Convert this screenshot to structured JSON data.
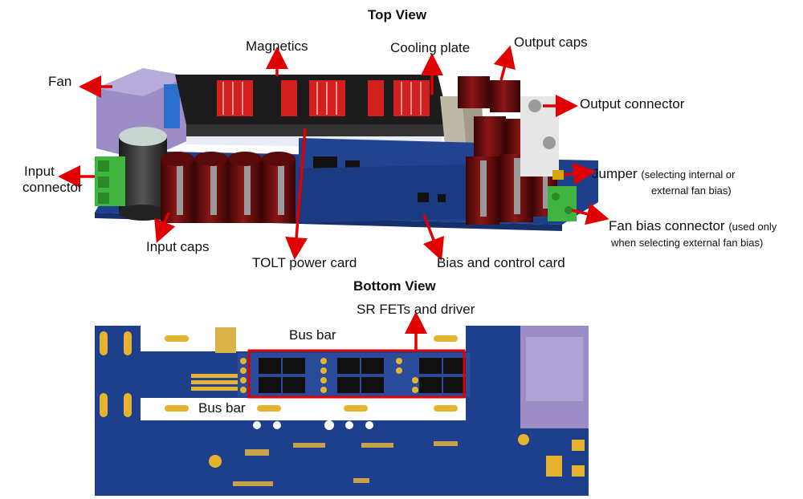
{
  "titles": {
    "top": "Top View",
    "bottom": "Bottom View"
  },
  "labels": {
    "fan": "Fan",
    "input_connector_line1": "Input",
    "input_connector_line2": "connector",
    "magnetics": "Magnetics",
    "cooling_plate": "Cooling plate",
    "output_caps": "Output caps",
    "output_connector": "Output connector",
    "jumper_main": "Jumper",
    "jumper_note_line1": "(selecting internal or",
    "jumper_note_line2": "external fan bias)",
    "fan_bias_main": "Fan bias connector",
    "fan_bias_note_line1": "(used only",
    "fan_bias_note_line2": "when selecting external fan bias)",
    "input_caps": "Input caps",
    "tolt_power_card": "TOLT power card",
    "bias_control_card": "Bias and control card",
    "sr_fets_driver": "SR FETs and driver",
    "bus_bar_upper": "Bus bar",
    "bus_bar_lower": "Bus bar"
  },
  "colors": {
    "arrow": "#e00000",
    "pcb_blue": "#1e3f8c",
    "cap_red": "#6b0d0d",
    "fan_purple": "#9c8dc7",
    "connector_green": "#3fb53f"
  }
}
